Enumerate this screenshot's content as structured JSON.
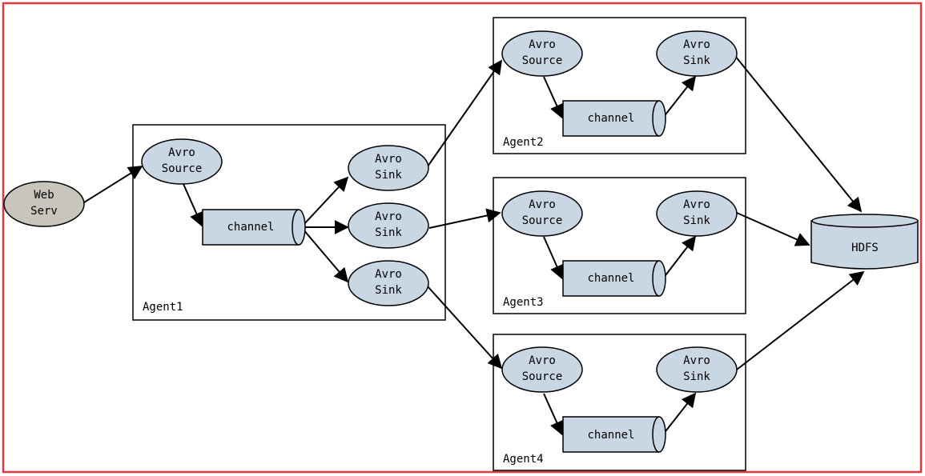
{
  "agents": [
    {
      "label": "Agent1"
    },
    {
      "label": "Agent2"
    },
    {
      "label": "Agent3"
    },
    {
      "label": "Agent4"
    }
  ],
  "web_server": {
    "line1": "Web",
    "line2": "Serv"
  },
  "source": {
    "line1": "Avro",
    "line2": "Source"
  },
  "sink": {
    "line1": "Avro",
    "line2": "Sink"
  },
  "channel": {
    "label": "channel"
  },
  "hdfs": {
    "label": "HDFS"
  },
  "colors": {
    "frame_border": "#e0393e",
    "node_fill": "#c9d6e3",
    "web_fill": "#c8c6bc"
  }
}
